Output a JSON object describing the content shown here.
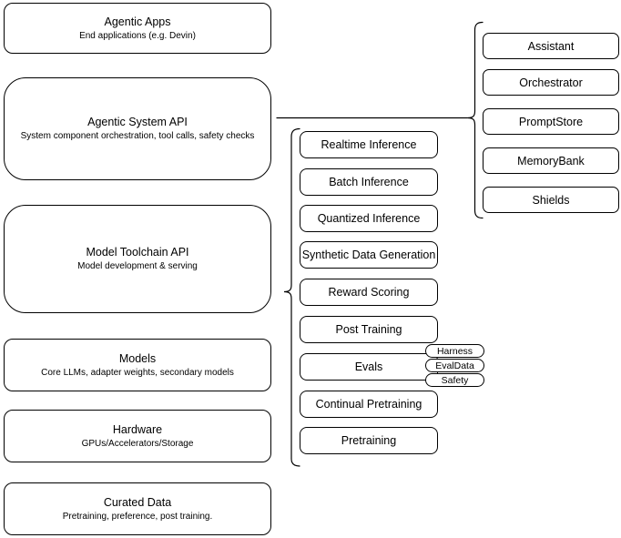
{
  "diagram": {
    "background_color": "#ffffff",
    "stroke_color": "#000000",
    "stack_layers": [
      {
        "title": "Agentic Apps",
        "subtitle": "End applications (e.g. Devin)"
      },
      {
        "title": "Agentic System API",
        "subtitle": "System component orchestration, tool calls, safety checks"
      },
      {
        "title": "Model Toolchain API",
        "subtitle": "Model development & serving"
      },
      {
        "title": "Models",
        "subtitle": "Core LLMs, adapter weights, secondary models"
      },
      {
        "title": "Hardware",
        "subtitle": "GPUs/Accelerators/Storage"
      },
      {
        "title": "Curated Data",
        "subtitle": "Pretraining, preference, post training."
      }
    ],
    "toolchain_services": [
      "Realtime Inference",
      "Batch Inference",
      "Quantized Inference",
      "Synthetic Data Generation",
      "Reward Scoring",
      "Post Training",
      "Evals",
      "Continual Pretraining",
      "Pretraining"
    ],
    "eval_tags": [
      "Harness",
      "EvalData",
      "Safety"
    ],
    "system_components": [
      "Assistant",
      "Orchestrator",
      "PromptStore",
      "MemoryBank",
      "Shields"
    ]
  }
}
